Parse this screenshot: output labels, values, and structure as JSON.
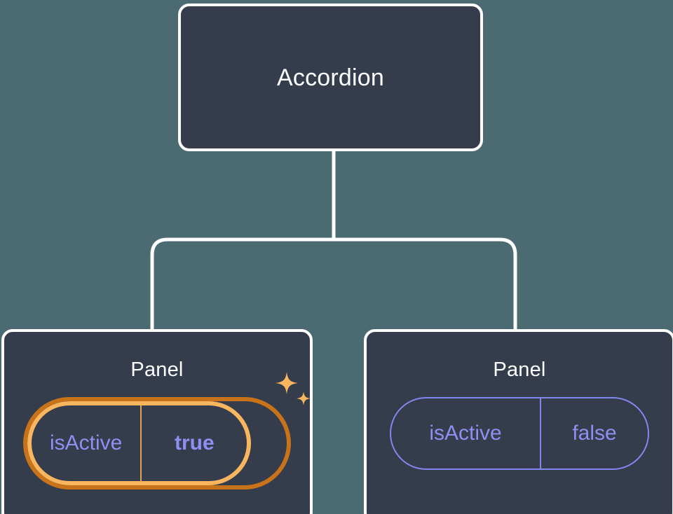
{
  "theme": {
    "background": "#4c6a72",
    "node_fill": "#353c4c",
    "node_border": "#ffffff",
    "title_color": "#ffffff",
    "prop_color": "#8d90f0",
    "prop_border": "#8287ee",
    "highlight_outer": "#c87219",
    "highlight_inner": "#f9b65f",
    "sparkle_color": "#f9b65f"
  },
  "tree": {
    "root": {
      "label": "Accordion"
    },
    "children": [
      {
        "label": "Panel",
        "highlighted": true,
        "prop": {
          "key": "isActive",
          "value": "true"
        },
        "sparkle_large_icon": "sparkle-icon",
        "sparkle_small_icon": "sparkle-icon"
      },
      {
        "label": "Panel",
        "highlighted": false,
        "prop": {
          "key": "isActive",
          "value": "false"
        }
      }
    ]
  }
}
